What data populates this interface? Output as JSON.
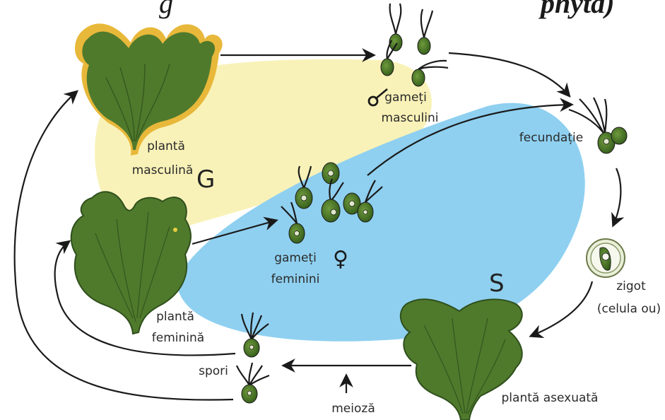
{
  "title": {
    "text": "g",
    "text_bold": "phyta)"
  },
  "phases": {
    "gametophyte": "G",
    "sporophyte": "S"
  },
  "labels": {
    "male_plant_1": "plantă",
    "male_plant_2": "masculină",
    "female_plant_1": "plantă",
    "female_plant_2": "feminină",
    "male_gametes_1": "gameți",
    "male_gametes_2": "masculini",
    "female_gametes_1": "gameți",
    "female_gametes_2": "feminini",
    "fertilization": "fecundație",
    "zygote_1": "zigot",
    "zygote_2": "(celula ou)",
    "asexual_plant": "plantă asexuată",
    "spores": "spori",
    "meiosis": "meioză"
  },
  "symbols": {
    "male": "♂",
    "female": "♀"
  },
  "colors": {
    "gametophyte_area": "#f9f2b8",
    "sporophyte_area": "#8fd0f0",
    "thallus_green": "#4f7a2c",
    "thallus_dark": "#2f4f1c",
    "male_edge": "#e8b83a",
    "cell_green": "#3f6e25"
  }
}
